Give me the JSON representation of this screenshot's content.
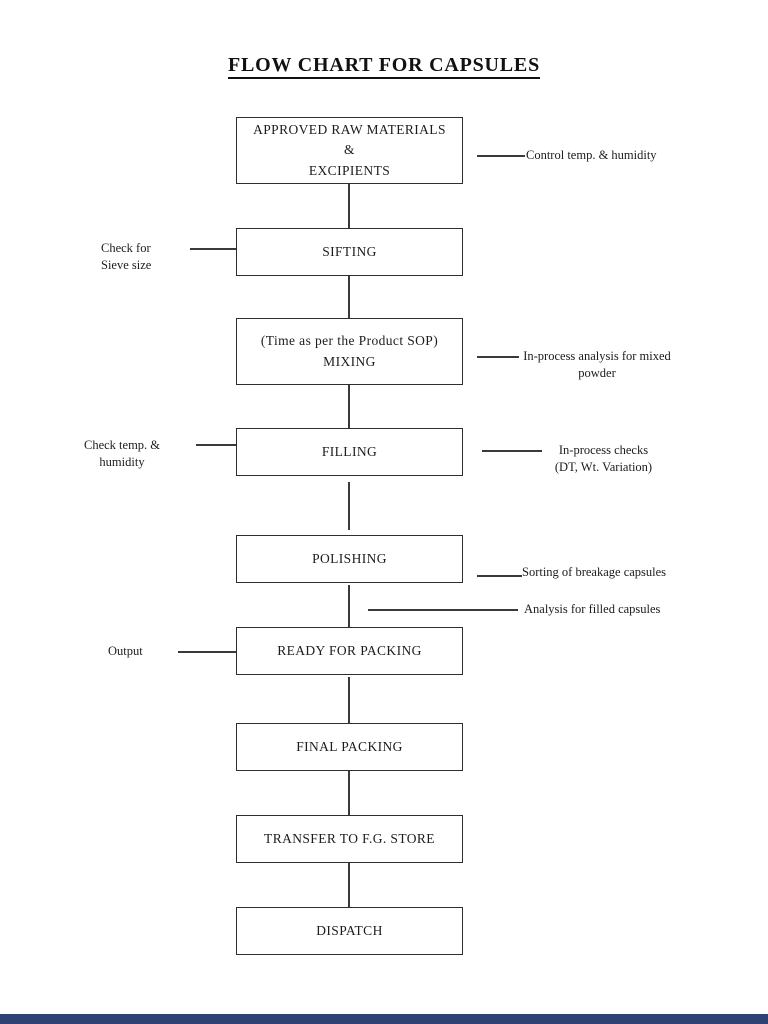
{
  "title": "FLOW CHART FOR CAPSULES",
  "boxes": [
    {
      "name": "approved-raw-materials",
      "lines": [
        "APPROVED RAW MATERIALS",
        "&",
        "EXCIPIENTS"
      ]
    },
    {
      "name": "sifting",
      "lines": [
        "SIFTING"
      ]
    },
    {
      "name": "mixing",
      "lines": [
        "(Time as per the Product SOP)",
        "MIXING"
      ]
    },
    {
      "name": "filling",
      "lines": [
        "FILLING"
      ]
    },
    {
      "name": "polishing",
      "lines": [
        "POLISHING"
      ]
    },
    {
      "name": "ready-for-packing",
      "lines": [
        "READY FOR PACKING"
      ]
    },
    {
      "name": "final-packing",
      "lines": [
        "FINAL PACKING"
      ]
    },
    {
      "name": "transfer-to-fg-store",
      "lines": [
        "TRANSFER TO F.G. STORE"
      ]
    },
    {
      "name": "dispatch",
      "lines": [
        "DISPATCH"
      ]
    }
  ],
  "annotations": {
    "control_temp": {
      "lines": [
        "Control temp. & humidity"
      ]
    },
    "check_sieve": {
      "lines": [
        "Check for",
        "Sieve size"
      ]
    },
    "inprocess_mixed": {
      "lines": [
        "In-process analysis for mixed",
        "powder"
      ]
    },
    "check_temp_humidity": {
      "lines": [
        "Check temp. &",
        "humidity"
      ]
    },
    "inprocess_checks": {
      "lines": [
        "In-process checks",
        "(DT, Wt. Variation)"
      ]
    },
    "sorting_breakage": {
      "lines": [
        "Sorting of breakage capsules"
      ]
    },
    "analysis_filled": {
      "lines": [
        "Analysis for filled capsules"
      ]
    },
    "output": {
      "lines": [
        "Output"
      ]
    }
  },
  "colors": {
    "ink": "#2e2e2e",
    "footer_bar": "#2e4374"
  }
}
